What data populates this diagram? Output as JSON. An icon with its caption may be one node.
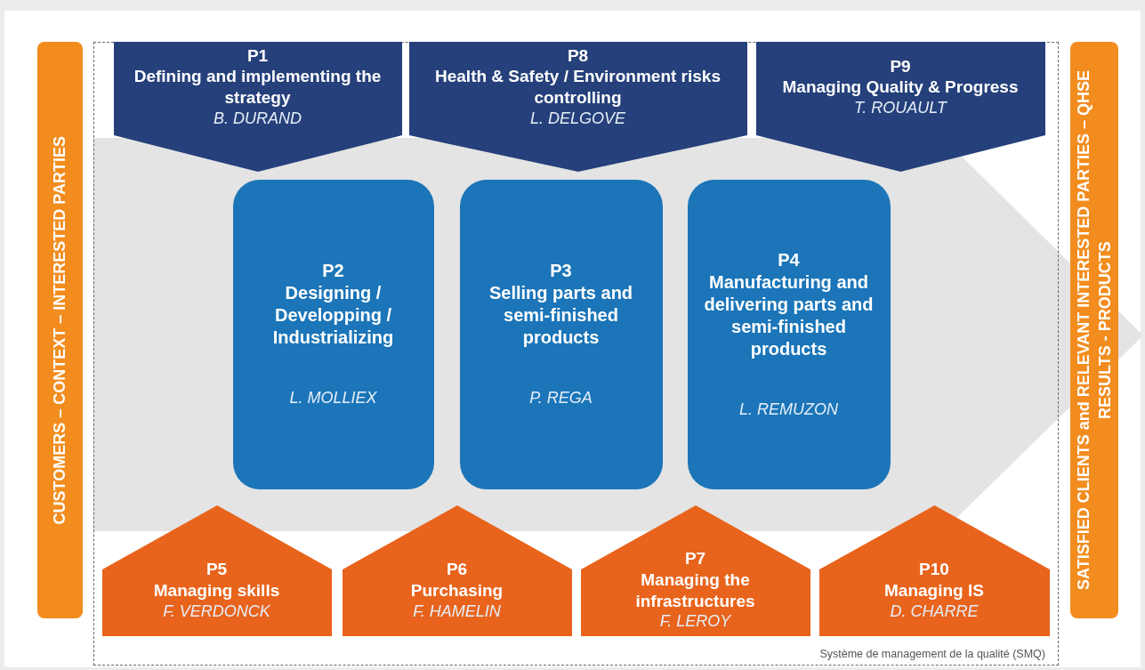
{
  "diagram": {
    "nodes": [
      {
        "text": [
          "CUSTOMERS – CONTEXT – INTERESTED PARTIES"
        ]
      },
      {
        "text": [
          "Système de management de la qualité (SMQ)"
        ]
      },
      {
        "text": [
          "P1",
          "Defining and implementing the strategy",
          "B. DURAND"
        ],
        "in": 1
      },
      {
        "text": [
          "P8",
          "Health & Safety / Environment risks controlling",
          "L. DELGOVE"
        ],
        "in": 1
      },
      {
        "text": [
          "P9",
          "Managing Quality & Progress",
          "T. ROUAULT"
        ],
        "in": 1
      },
      {
        "text": [
          "P2",
          "Designing / Developping / Industrializing",
          "L. MOLLIEX"
        ],
        "in": 1
      },
      {
        "text": [
          "P3",
          "Selling parts and semi-finished products",
          "P. REGA"
        ],
        "in": 1
      },
      {
        "text": [
          "P4",
          "Manufacturing and delivering parts and semi-finished products",
          "L. REMUZON"
        ],
        "in": 1
      },
      {
        "text": [
          "P5",
          "Managing skills",
          "F. VERDONCK"
        ],
        "in": 1
      },
      {
        "text": [
          "P6",
          "Purchasing",
          "F. HAMELIN"
        ],
        "in": 1
      },
      {
        "text": [
          "P7",
          "Managing the infrastructures",
          "F. LEROY"
        ],
        "in": 1
      },
      {
        "text": [
          "P10",
          "Managing IS",
          "D. CHARRE"
        ],
        "in": 1
      },
      {
        "text": [
          "SATISFIED CLIENTS and RELEVANT INTERESTED PARTIES – QHSE RESULTS - PRODUCTS"
        ]
      }
    ],
    "edges": []
  }
}
